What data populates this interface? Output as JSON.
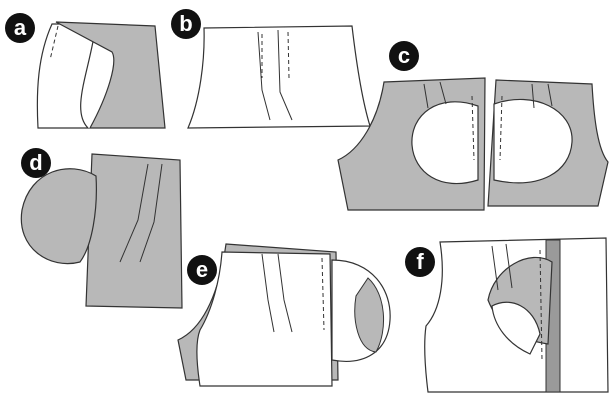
{
  "figure": {
    "steps": [
      {
        "label": "a"
      },
      {
        "label": "b"
      },
      {
        "label": "c"
      },
      {
        "label": "d"
      },
      {
        "label": "e"
      },
      {
        "label": "f"
      }
    ],
    "colors": {
      "fabric": "#b8b8b8",
      "lining": "#ffffff",
      "outline": "#333333",
      "badge": "#111111",
      "badge_text": "#ffffff",
      "facing_strip": "#9a9a9a"
    }
  }
}
